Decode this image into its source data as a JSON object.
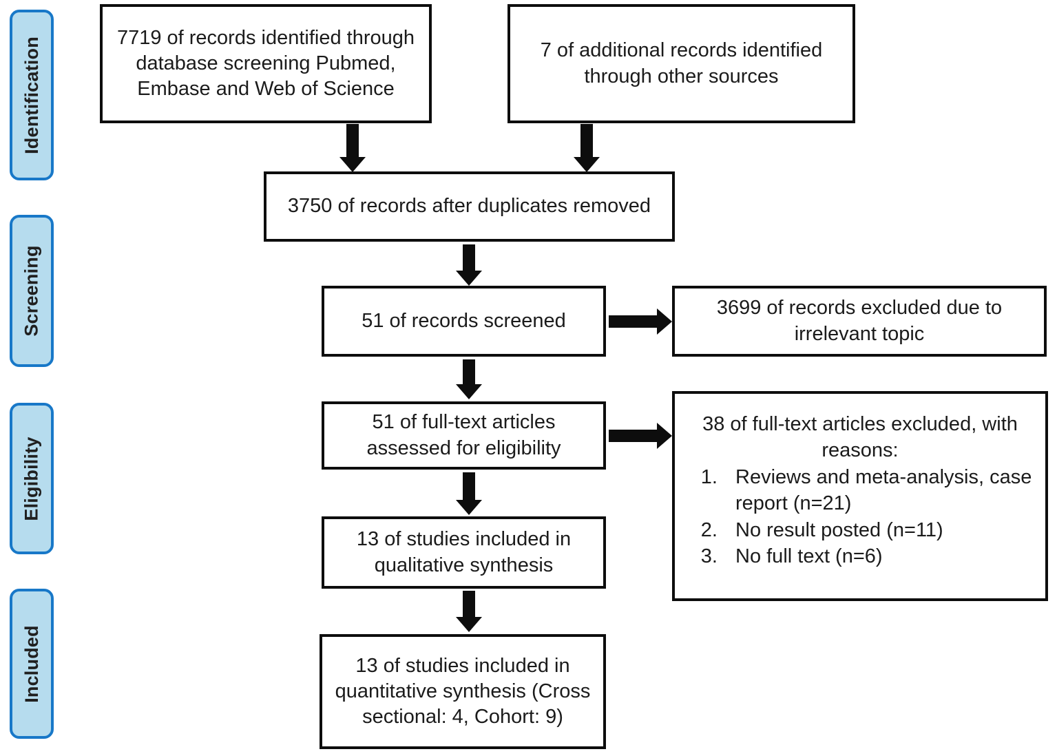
{
  "diagram": {
    "type": "prisma-flow-diagram",
    "colors": {
      "stage_fill": "#b6dcee",
      "stage_border": "#1878c8",
      "box_border": "#0d0d0d",
      "box_fill": "#ffffff",
      "text": "#1b1b1b"
    },
    "stages": [
      {
        "id": "identification",
        "label": "Identification"
      },
      {
        "id": "screening",
        "label": "Screening"
      },
      {
        "id": "eligibility",
        "label": "Eligibility"
      },
      {
        "id": "included",
        "label": "Included"
      }
    ],
    "boxes": {
      "database_records": {
        "text": "7719 of records identified through database screening Pubmed, Embase and Web of Science",
        "count": 7719
      },
      "other_records": {
        "text": "7 of additional records identified through other sources",
        "count": 7
      },
      "duplicates_removed": {
        "text": "3750 of records after duplicates removed",
        "count": 3750
      },
      "records_screened": {
        "text": "51 of records screened",
        "count": 51
      },
      "records_excluded": {
        "text": "3699 of records excluded due to irrelevant topic",
        "count": 3699
      },
      "full_text_assessed": {
        "text": "51 of full-text articles assessed for eligibility",
        "count": 51
      },
      "full_text_excluded": {
        "head": "38 of full-text articles excluded, with reasons:",
        "count": 38,
        "reasons": [
          "Reviews and meta-analysis, case report (n=21)",
          "No result posted (n=11)",
          "No full text (n=6)"
        ]
      },
      "qualitative_synthesis": {
        "text": "13 of studies included in qualitative synthesis",
        "count": 13
      },
      "quantitative_synthesis": {
        "text": "13 of studies included in quantitative synthesis (Cross sectional: 4, Cohort: 9)",
        "count": 13,
        "cross_sectional": 4,
        "cohort": 9
      }
    }
  }
}
